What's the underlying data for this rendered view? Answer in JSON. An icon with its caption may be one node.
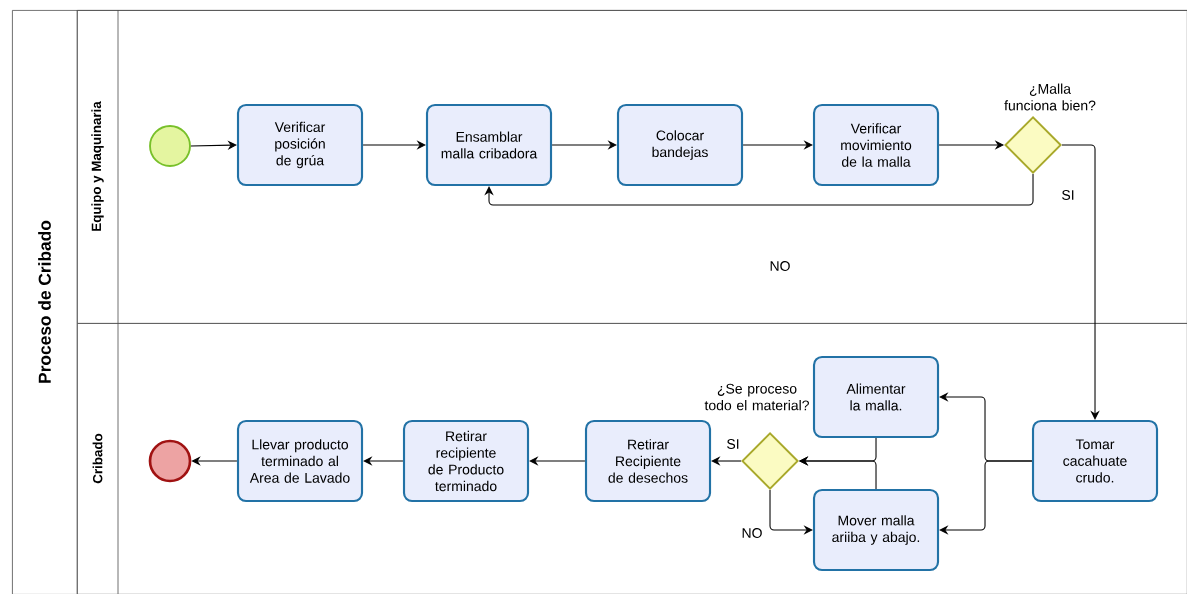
{
  "diagram": {
    "nodes": [
      {
        "text": [
          "Proceso de Cribado"
        ]
      },
      {
        "text": [
          "Equipo y Maquinaria"
        ],
        "in": 0
      },
      {
        "text": [],
        "shape": "circle",
        "in": 1
      },
      {
        "text": [
          "Verificar posición de grúa"
        ],
        "in": 1
      },
      {
        "text": [
          "Ensamblar malla cribadora"
        ],
        "in": 1
      },
      {
        "text": [
          "Colocar bandejas"
        ],
        "in": 1
      },
      {
        "text": [
          "Verificar movimiento de la malla"
        ],
        "in": 1
      },
      {
        "text": [
          "¿Malla funciona bien?"
        ],
        "in": 1
      },
      {
        "text": [
          "Cribado"
        ],
        "in": 0
      },
      {
        "text": [
          "Tomar cacahuate crudo."
        ],
        "in": 8
      },
      {
        "text": [
          "Alimentar la malla."
        ],
        "in": 8
      },
      {
        "text": [
          "Mover malla ariiba y abajo."
        ],
        "in": 8
      },
      {
        "text": [
          "¿Se proceso todo el material?"
        ],
        "in": 8
      },
      {
        "text": [
          "Retirar Recipiente de desechos"
        ],
        "in": 8
      },
      {
        "text": [
          "Retirar recipiente de Producto terminado"
        ],
        "in": 8
      },
      {
        "text": [
          "Llevar producto terminado al Area de Lavado"
        ],
        "in": 8
      },
      {
        "text": [],
        "shape": "circle",
        "in": 8
      }
    ],
    "edges": [
      {
        "from": 2,
        "to": 3,
        "arrow": "to"
      },
      {
        "from": 3,
        "to": 4,
        "arrow": "to"
      },
      {
        "from": 4,
        "to": 5,
        "arrow": "to"
      },
      {
        "from": 5,
        "to": 6,
        "arrow": "to"
      },
      {
        "from": 6,
        "to": 7,
        "arrow": "to"
      },
      {
        "from": 7,
        "to": 4,
        "arrow": "to",
        "label": "NO"
      },
      {
        "from": 7,
        "to": 9,
        "arrow": "to",
        "label": "SI"
      },
      {
        "from": 9,
        "to": 10,
        "arrow": "to"
      },
      {
        "from": 9,
        "to": 11,
        "arrow": "to"
      },
      {
        "from": 10,
        "to": 12,
        "arrow": "to"
      },
      {
        "from": 11,
        "to": 12,
        "arrow": "to"
      },
      {
        "from": 12,
        "to": 13,
        "arrow": "to",
        "label": "SI"
      },
      {
        "from": 12,
        "to": 11,
        "arrow": "to",
        "label": "NO"
      },
      {
        "from": 13,
        "to": 14,
        "arrow": "to"
      },
      {
        "from": 14,
        "to": 15,
        "arrow": "to"
      },
      {
        "from": 15,
        "to": 16,
        "arrow": "to"
      }
    ]
  }
}
